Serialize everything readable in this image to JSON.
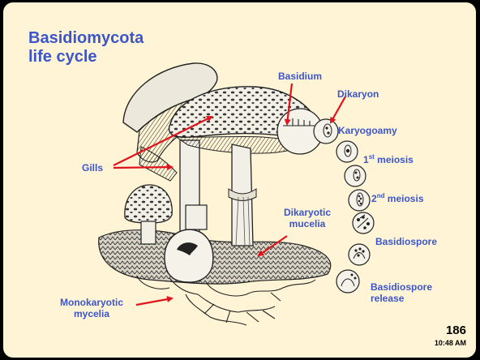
{
  "slide": {
    "title_line1": "Basidiomycota",
    "title_line2": "life cycle",
    "page_number": "186",
    "time": "10:48 AM"
  },
  "labels": {
    "basidium": "Basidium",
    "dikaryon": "Dikaryon",
    "karyogamy": "Karyogoamy",
    "meiosis1_num": "1",
    "meiosis1_sup": "st",
    "meiosis1_text": " meiosis",
    "meiosis2_num": "2",
    "meiosis2_sup": "nd",
    "meiosis2_text": " meiosis",
    "basidiospore": "Basidiospore",
    "release_line1": "Basidiospore",
    "release_line2": "release",
    "gills": "Gills",
    "dikaryotic_line1": "Dikaryotic",
    "dikaryotic_line2": "mucelia",
    "monokaryotic_line1": "Monokaryotic",
    "monokaryotic_line2": "mycelia"
  },
  "colors": {
    "slide_background": "#fff5d6",
    "label_text": "#3c55c9",
    "pointer_arrows": "#e0141c"
  }
}
